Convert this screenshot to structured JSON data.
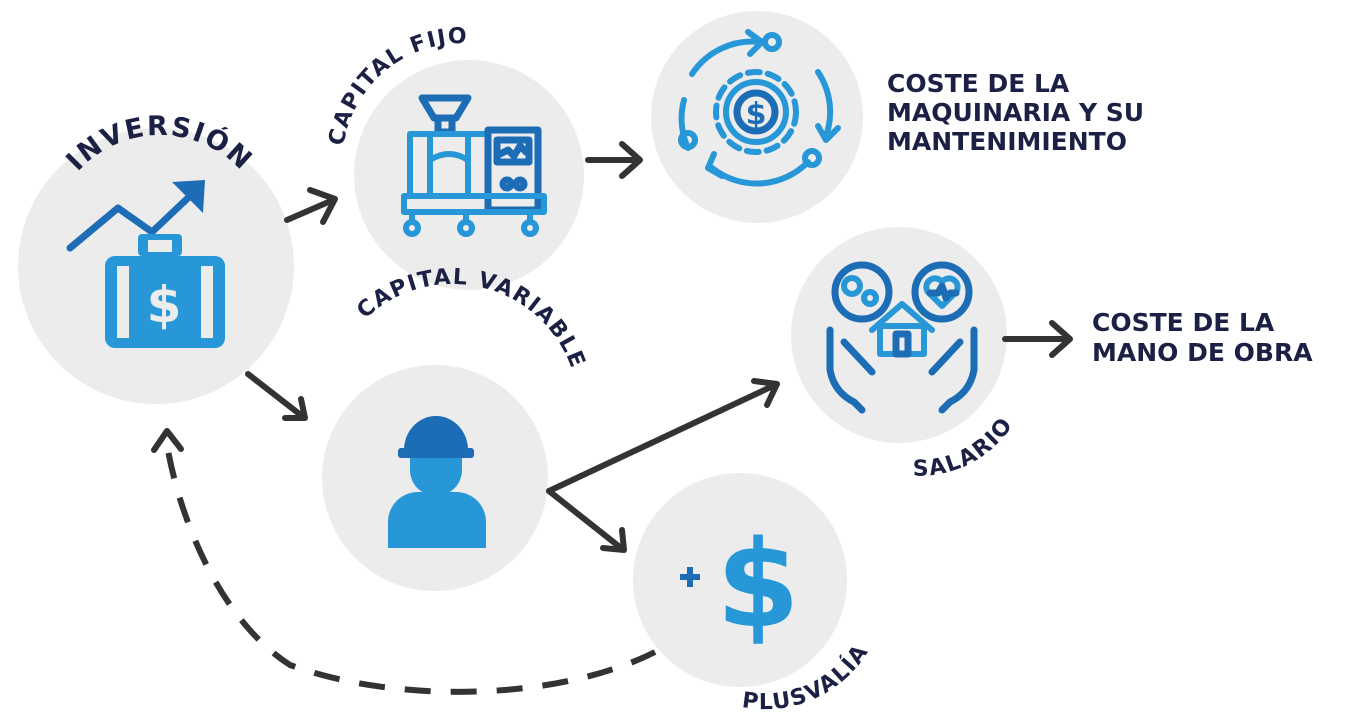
{
  "nodes": {
    "inversion": {
      "label": "INVERSIÓN"
    },
    "capital_fijo": {
      "label": "CAPITAL FIJO"
    },
    "capital_variable": {
      "label": "CAPITAL VARIABLE"
    },
    "salario": {
      "label": "SALARIO"
    },
    "plusvalia": {
      "label": "PLUSVALÍA"
    }
  },
  "outcomes": {
    "maquinaria": {
      "line1": "COSTE DE LA",
      "line2": "MAQUINARIA Y SU",
      "line3": "MANTENIMIENTO"
    },
    "mano_obra": {
      "line1": "COSTE DE LA",
      "line2": "MANO DE OBRA"
    }
  },
  "icons": {
    "inversion": "money-briefcase-growth-icon",
    "capital_fijo": "machine-icon",
    "maquinaria": "gear-dollar-cycle-icon",
    "capital_variable": "worker-helmet-icon",
    "salario": "care-hands-house-icon",
    "plusvalia": "plus-dollar-icon"
  },
  "colors": {
    "circle": "#ececec",
    "text": "#1b2044",
    "icon_blue": "#2797d8",
    "icon_dark_blue": "#1c6db5",
    "arrow": "#333333"
  }
}
